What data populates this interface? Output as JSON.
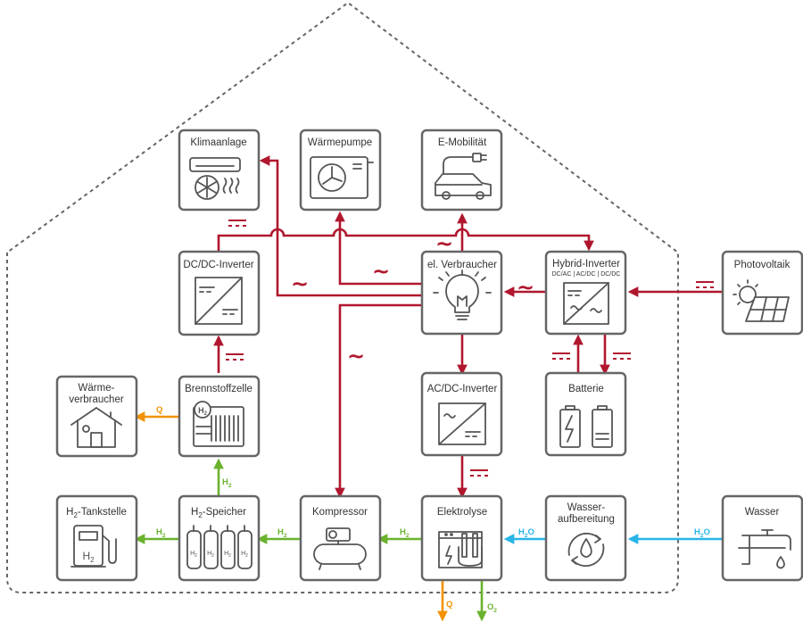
{
  "nodes": {
    "klimaanlage": "Klimaanlage",
    "waermepumpe": "Wärmepumpe",
    "emobilitaet": "E-Mobilität",
    "dcdc": "DC/DC-Inverter",
    "verbraucher": "el. Verbraucher",
    "hybrid": "Hybrid-Inverter",
    "hybrid_sub": "DC/AC | AC/DC | DC/DC",
    "photovoltaik": "Photovoltaik",
    "waermeverbraucher_1": "Wärme-",
    "waermeverbraucher_2": "verbraucher",
    "brennstoffzelle": "Brennstoffzelle",
    "acdc": "AC/DC-Inverter",
    "batterie": "Batterie",
    "tankstelle_pre": "H",
    "tankstelle_sub": "2",
    "tankstelle_post": "-Tankstelle",
    "speicher_pre": "H",
    "speicher_sub": "2",
    "speicher_post": "-Speicher",
    "kompressor": "Kompressor",
    "elektrolyse": "Elektrolyse",
    "wasseraufbereitung_1": "Wasser-",
    "wasseraufbereitung_2": "aufbereitung",
    "wasser": "Wasser"
  },
  "flow_labels": {
    "h2": "H",
    "h2_sub": "2",
    "h2o_pre": "H",
    "h2o_sub": "2",
    "h2o_post": "O",
    "q": "Q",
    "o2": "O",
    "o2_sub": "2",
    "ac": "~",
    "h2_icon": "H",
    "h2_icon_sub": "2"
  },
  "colors": {
    "electric": "#b0172e",
    "hydrogen": "#6ab22e",
    "water": "#29b5e8",
    "heat": "#f39200",
    "box": "#666666"
  }
}
